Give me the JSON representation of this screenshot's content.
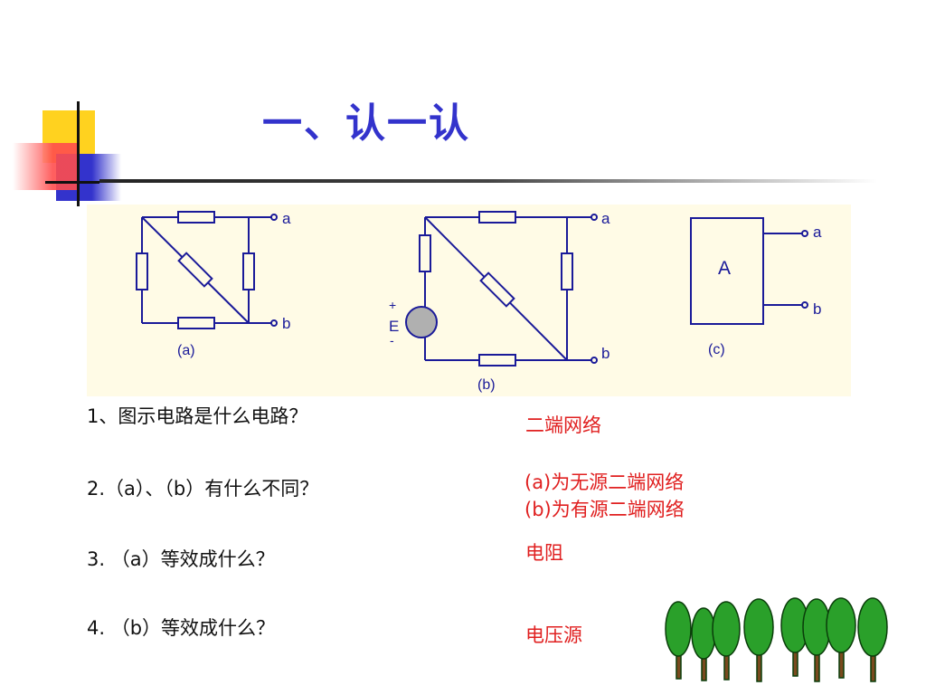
{
  "slide": {
    "title": "一、认一认",
    "colors": {
      "title": "#3333cc",
      "wire": "#1a1a99",
      "answer": "#e02020",
      "panel_background": "#fffbe6",
      "source_fill": "#b0b0b0"
    }
  },
  "diagram": {
    "a": {
      "caption": "(a)",
      "terminal_top": "a",
      "terminal_bottom": "b"
    },
    "b": {
      "caption": "(b)",
      "terminal_top": "a",
      "terminal_bottom": "b",
      "source_label": "E",
      "source_plus": "+",
      "source_minus": "-"
    },
    "c": {
      "caption": "(c)",
      "box_label": "A",
      "terminal_top": "a",
      "terminal_bottom": "b"
    }
  },
  "questions": [
    {
      "question": "1、图示电路是什么电路？",
      "answers": [
        "二端网络"
      ]
    },
    {
      "question": "2.（a）、（b）有什么不同？",
      "answers": [
        "(a)为无源二端网络",
        "(b)为有源二端网络"
      ]
    },
    {
      "question": "3. （a）等效成什么？",
      "answers": [
        "电阻"
      ]
    },
    {
      "question": "4. （b）等效成什么？",
      "answers": [
        "电压源"
      ]
    }
  ]
}
